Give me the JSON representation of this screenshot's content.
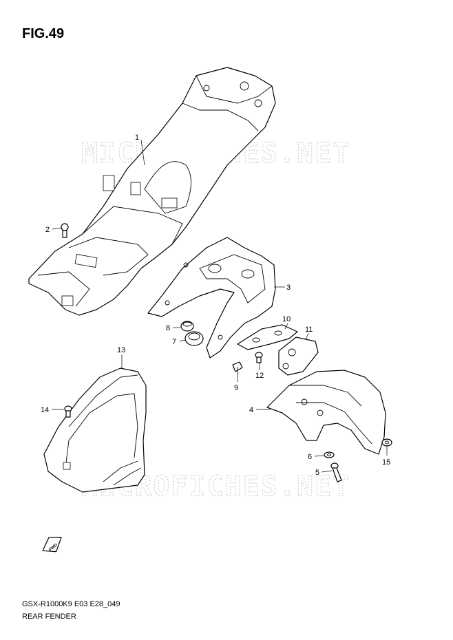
{
  "figure": {
    "title": "FIG.49",
    "model_code": "GSX-R1000K9 E03 E28_049",
    "name": "REAR FENDER",
    "watermark": "MICROFICHES.NET"
  },
  "callouts": [
    "1",
    "2",
    "3",
    "4",
    "5",
    "6",
    "7",
    "8",
    "9",
    "10",
    "11",
    "12",
    "13",
    "14",
    "15"
  ],
  "fwd_label": "FWD"
}
